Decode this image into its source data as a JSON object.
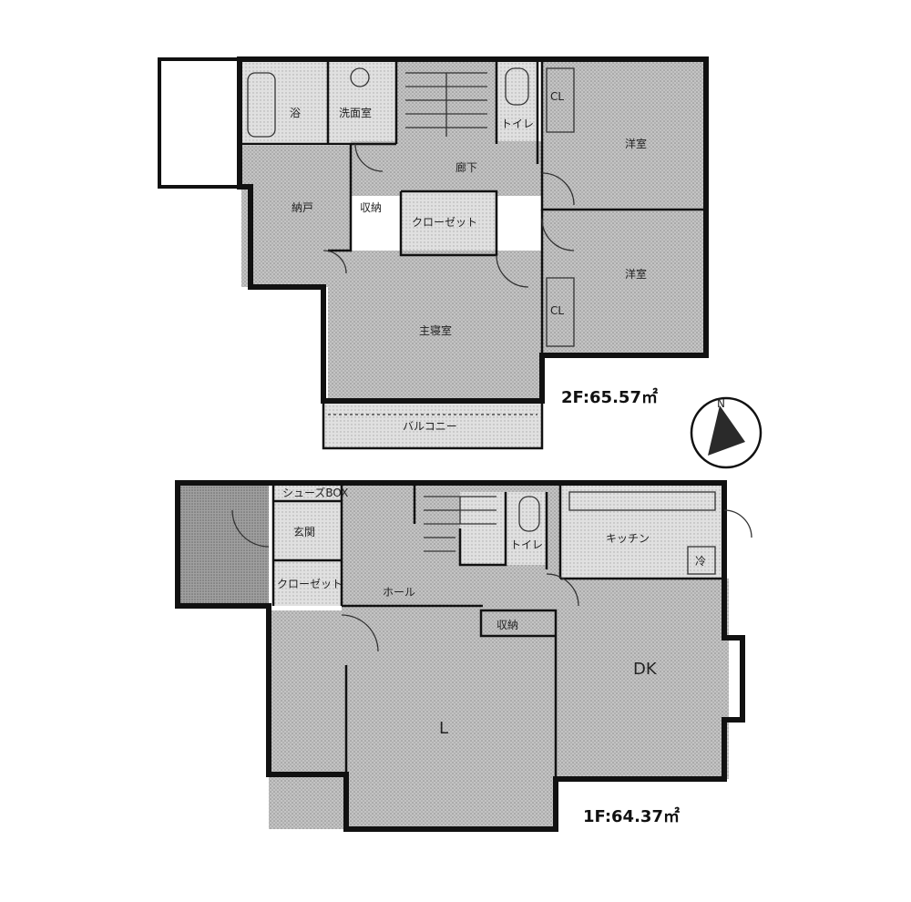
{
  "floor2": {
    "area": "2F:65.57㎡",
    "rooms": {
      "bath": "浴",
      "washroom": "洗面室",
      "hallway": "廊下",
      "toilet": "トイレ",
      "storage": "納戸",
      "closet_small": "収納",
      "closet": "クローゼット",
      "bedroom_a": "洋室",
      "bedroom_b": "洋室",
      "master": "主寝室",
      "balcony": "バルコニー",
      "cl_a": "CL",
      "cl_b": "CL"
    }
  },
  "floor1": {
    "area": "1F:64.37㎡",
    "rooms": {
      "shoes": "シューズBOX",
      "entrance": "玄関",
      "closet": "クローゼット",
      "hall": "ホール",
      "toilet": "トイレ",
      "kitchen": "キッチン",
      "fridge": "冷",
      "storage": "収納",
      "dk": "DK",
      "living": "L"
    }
  },
  "compass": {
    "label": "N"
  }
}
